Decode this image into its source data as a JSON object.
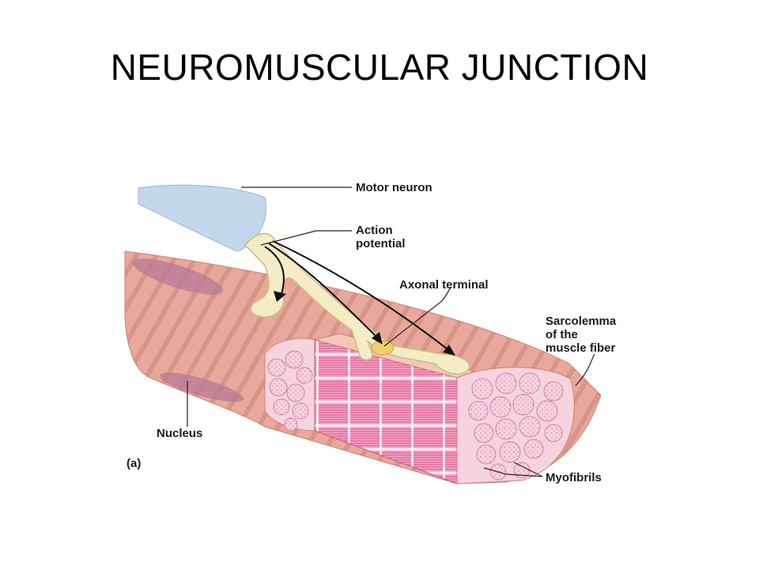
{
  "slide": {
    "title": "NEUROMUSCULAR JUNCTION"
  },
  "figure": {
    "panel_label": "(a)",
    "labels": {
      "motor_neuron": "Motor neuron",
      "action_potential_line1": "Action",
      "action_potential_line2": "potential",
      "axonal_terminal": "Axonal terminal",
      "sarcolemma_line1": "Sarcolemma",
      "sarcolemma_line2": "of the",
      "sarcolemma_line3": "muscle fiber",
      "nucleus": "Nucleus",
      "myofibrils": "Myofibrils"
    },
    "colors": {
      "muscle_fiber": "#e8a89c",
      "muscle_stripe": "#d58f84",
      "myofibril_fill": "#f7d3e0",
      "myofibril_dots": "#e07ca2",
      "striation_block": "#e56b9d",
      "neuron": "#f3ecc4",
      "neuron_outline": "#c9bd86",
      "nucleus": "#b77a95",
      "sheath": "#bcd3ea",
      "axonal_terminal": "#f1cf6a"
    }
  }
}
